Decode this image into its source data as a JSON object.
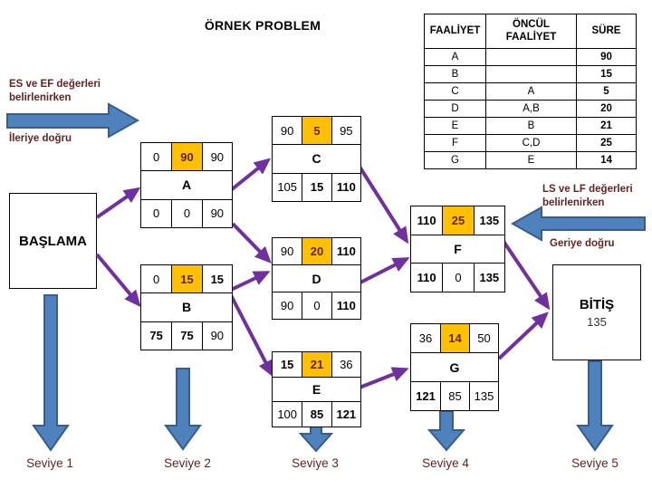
{
  "title": "ÖRNEK PROBLEM",
  "table": {
    "headers": [
      "FAALİYET",
      "ÖNCÜL FAALİYET",
      "SÜRE"
    ],
    "rows": [
      {
        "activity": "A",
        "predecessor": "",
        "duration": "90"
      },
      {
        "activity": "B",
        "predecessor": "",
        "duration": "15"
      },
      {
        "activity": "C",
        "predecessor": "A",
        "duration": "5"
      },
      {
        "activity": "D",
        "predecessor": "A,B",
        "duration": "20"
      },
      {
        "activity": "E",
        "predecessor": "B",
        "duration": "21"
      },
      {
        "activity": "F",
        "predecessor": "C,D",
        "duration": "25"
      },
      {
        "activity": "G",
        "predecessor": "E",
        "duration": "14"
      }
    ]
  },
  "forward_note": {
    "line1": "ES ve EF değerleri",
    "line2": "belirlenirken",
    "direction": "İleriye doğru"
  },
  "backward_note": {
    "line1": "LS ve LF değerleri",
    "line2": "belirlenirken",
    "direction": "Geriye doğru"
  },
  "start_box": {
    "label": "BAŞLAMA"
  },
  "finish_box": {
    "label": "BİTİŞ",
    "value": "135"
  },
  "nodes": [
    {
      "id": "A",
      "top": [
        "0",
        "90",
        "90"
      ],
      "bottom": [
        "0",
        "0",
        "90"
      ],
      "top_bold": [
        false,
        true,
        false
      ],
      "bottom_bold": [
        false,
        false,
        false
      ]
    },
    {
      "id": "B",
      "top": [
        "0",
        "15",
        "15"
      ],
      "bottom": [
        "75",
        "75",
        "90"
      ],
      "top_bold": [
        false,
        true,
        true
      ],
      "bottom_bold": [
        true,
        true,
        false
      ]
    },
    {
      "id": "C",
      "top": [
        "90",
        "5",
        "95"
      ],
      "bottom": [
        "105",
        "15",
        "110"
      ],
      "top_bold": [
        false,
        true,
        false
      ],
      "bottom_bold": [
        false,
        true,
        true
      ]
    },
    {
      "id": "D",
      "top": [
        "90",
        "20",
        "110"
      ],
      "bottom": [
        "90",
        "0",
        "110"
      ],
      "top_bold": [
        false,
        true,
        true
      ],
      "bottom_bold": [
        false,
        false,
        true
      ]
    },
    {
      "id": "E",
      "top": [
        "15",
        "21",
        "36"
      ],
      "bottom": [
        "100",
        "85",
        "121"
      ],
      "top_bold": [
        true,
        true,
        false
      ],
      "bottom_bold": [
        false,
        true,
        true
      ]
    },
    {
      "id": "F",
      "top": [
        "110",
        "25",
        "135"
      ],
      "bottom": [
        "110",
        "0",
        "135"
      ],
      "top_bold": [
        true,
        true,
        true
      ],
      "bottom_bold": [
        true,
        false,
        true
      ]
    },
    {
      "id": "G",
      "top": [
        "36",
        "14",
        "50"
      ],
      "bottom": [
        "121",
        "85",
        "135"
      ],
      "top_bold": [
        false,
        true,
        false
      ],
      "bottom_bold": [
        true,
        false,
        false
      ]
    }
  ],
  "levels": [
    "Seviye 1",
    "Seviye 2",
    "Seviye 3",
    "Seviye 4",
    "Seviye 5"
  ],
  "colors": {
    "cell_orange": "#FFC000",
    "arrow_purple": "#7030A0",
    "arrow_blue_fill": "#4F81BD",
    "arrow_blue_edge": "#385D8A",
    "note_dark_red": "#622423"
  }
}
